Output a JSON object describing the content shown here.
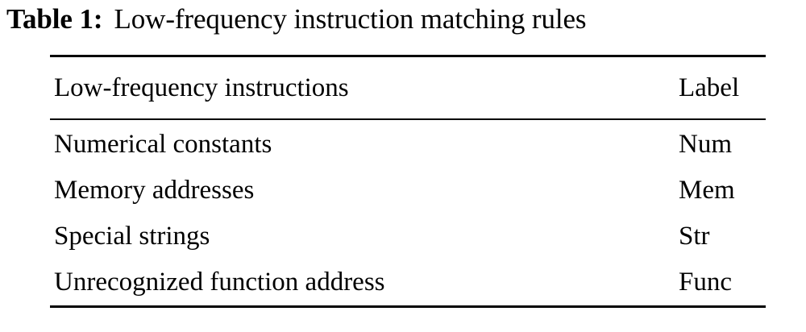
{
  "caption": {
    "label": "Table 1:",
    "text": "Low-frequency instruction matching rules"
  },
  "table": {
    "columns": [
      {
        "key": "instruction",
        "header": "Low-frequency instructions"
      },
      {
        "key": "label",
        "header": "Label"
      }
    ],
    "rows": [
      {
        "instruction": "Numerical constants",
        "label": "Num"
      },
      {
        "instruction": "Memory addresses",
        "label": "Mem"
      },
      {
        "instruction": "Special strings",
        "label": "Str"
      },
      {
        "instruction": "Unrecognized function address",
        "label": "Func"
      }
    ]
  },
  "style": {
    "text_color": "#000000",
    "background_color": "#ffffff",
    "rule_color": "#000000"
  }
}
